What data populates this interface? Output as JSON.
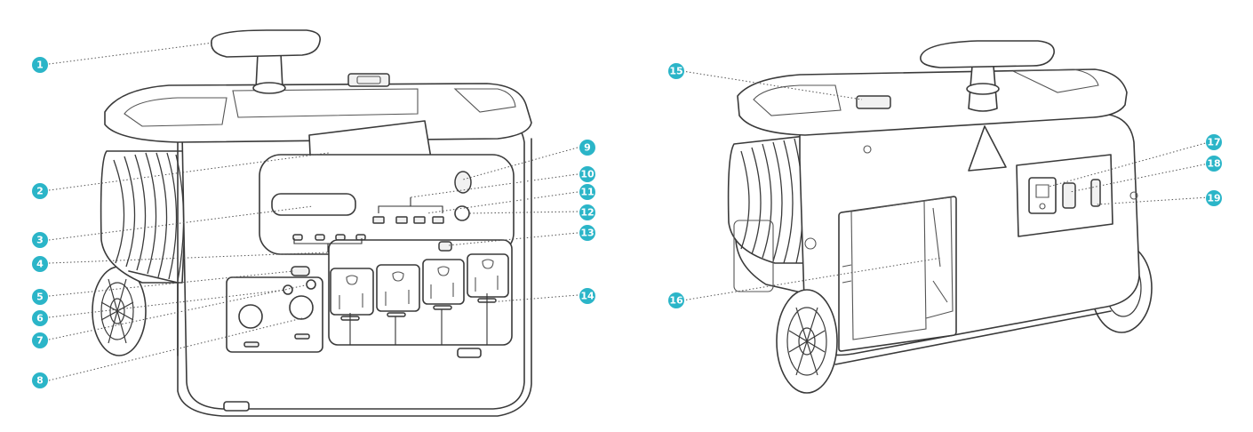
{
  "callouts": {
    "c1": "1",
    "c2": "2",
    "c3": "3",
    "c4": "4",
    "c5": "5",
    "c6": "6",
    "c7": "7",
    "c8": "8",
    "c9": "9",
    "c10": "10",
    "c11": "11",
    "c12": "12",
    "c13": "13",
    "c14": "14",
    "c15": "15",
    "c16": "16",
    "c17": "17",
    "c18": "18",
    "c19": "19"
  },
  "colors": {
    "badge": "#2bb5c8",
    "line": "#3a3a3a"
  }
}
